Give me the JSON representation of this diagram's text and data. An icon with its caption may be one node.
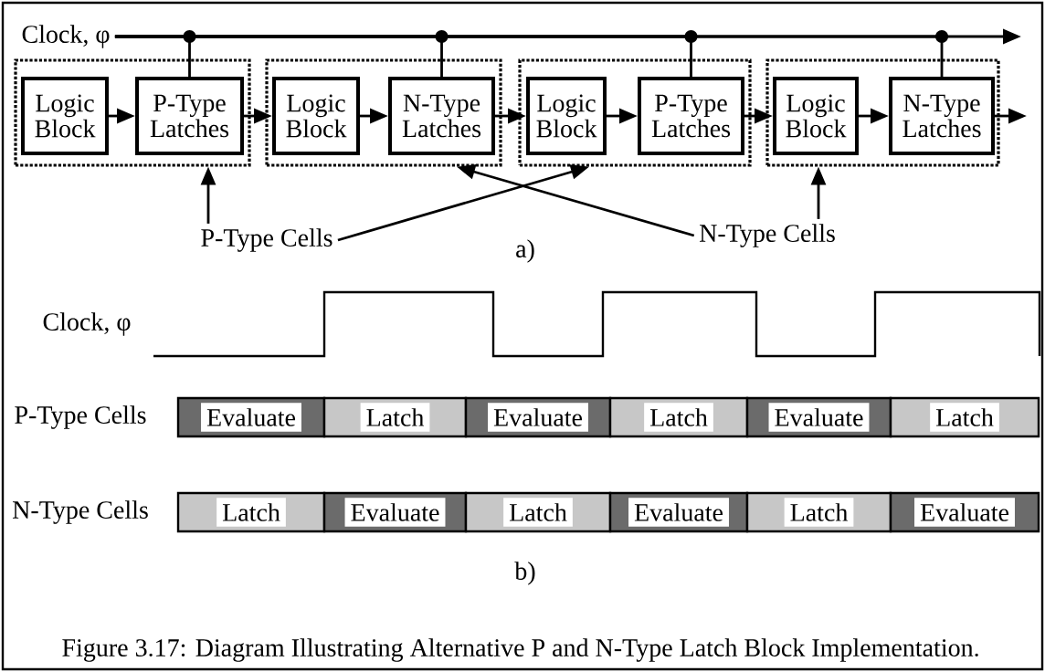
{
  "diagram": {
    "caption": "Figure 3.17: Diagram Illustrating Alternative P and N-Type Latch Block Implementation.",
    "nodes": [
      {
        "text": [
          "Clock, φ"
        ]
      },
      {
        "text": [],
        "shape": "box"
      },
      {
        "text": [
          "Logic Block"
        ],
        "in": 1
      },
      {
        "text": [
          "P-Type Latches"
        ],
        "in": 1
      },
      {
        "text": [],
        "shape": "box"
      },
      {
        "text": [
          "Logic Block"
        ],
        "in": 4
      },
      {
        "text": [
          "N-Type Latches"
        ],
        "in": 4
      },
      {
        "text": [],
        "shape": "box"
      },
      {
        "text": [
          "Logic Block"
        ],
        "in": 7
      },
      {
        "text": [
          "P-Type Latches"
        ],
        "in": 7
      },
      {
        "text": [],
        "shape": "box"
      },
      {
        "text": [
          "Logic Block"
        ],
        "in": 10
      },
      {
        "text": [
          "N-Type Latches"
        ],
        "in": 10
      },
      {
        "text": [
          "P-Type Cells"
        ]
      },
      {
        "text": [
          "N-Type Cells"
        ]
      },
      {
        "text": [
          "Evaluate"
        ]
      },
      {
        "text": [
          "Latch"
        ]
      },
      {
        "text": [
          "Evaluate"
        ]
      },
      {
        "text": [
          "Latch"
        ]
      },
      {
        "text": [
          "Evaluate"
        ]
      },
      {
        "text": [
          "Latch"
        ]
      },
      {
        "text": [
          "Latch"
        ]
      },
      {
        "text": [
          "Evaluate"
        ]
      },
      {
        "text": [
          "Latch"
        ]
      },
      {
        "text": [
          "Evaluate"
        ]
      },
      {
        "text": [
          "Latch"
        ]
      },
      {
        "text": [
          "Evaluate"
        ]
      }
    ],
    "edges": [
      {
        "from": 2,
        "to": 3,
        "arrow": "to"
      },
      {
        "from": 3,
        "to": 5,
        "arrow": "to"
      },
      {
        "from": 5,
        "to": 6,
        "arrow": "to"
      },
      {
        "from": 6,
        "to": 8,
        "arrow": "to"
      },
      {
        "from": 8,
        "to": 9,
        "arrow": "to"
      },
      {
        "from": 9,
        "to": 11,
        "arrow": "to"
      },
      {
        "from": 11,
        "to": 12,
        "arrow": "to"
      },
      {
        "from": 12,
        "to": null,
        "arrow": "to"
      },
      {
        "from": 0,
        "to": null,
        "arrow": "to"
      },
      {
        "from": 0,
        "to": 3,
        "arrow": "none"
      },
      {
        "from": 0,
        "to": 6,
        "arrow": "none"
      },
      {
        "from": 0,
        "to": 9,
        "arrow": "none"
      },
      {
        "from": 0,
        "to": 12,
        "arrow": "none"
      },
      {
        "from": 13,
        "to": 1,
        "arrow": "to"
      },
      {
        "from": 13,
        "to": 7,
        "arrow": "to"
      },
      {
        "from": 14,
        "to": 4,
        "arrow": "to"
      },
      {
        "from": 14,
        "to": 10,
        "arrow": "to"
      }
    ],
    "labels": [
      "a)",
      "Clock, φ",
      "P-Type Cells",
      "N-Type Cells",
      "b)"
    ]
  }
}
